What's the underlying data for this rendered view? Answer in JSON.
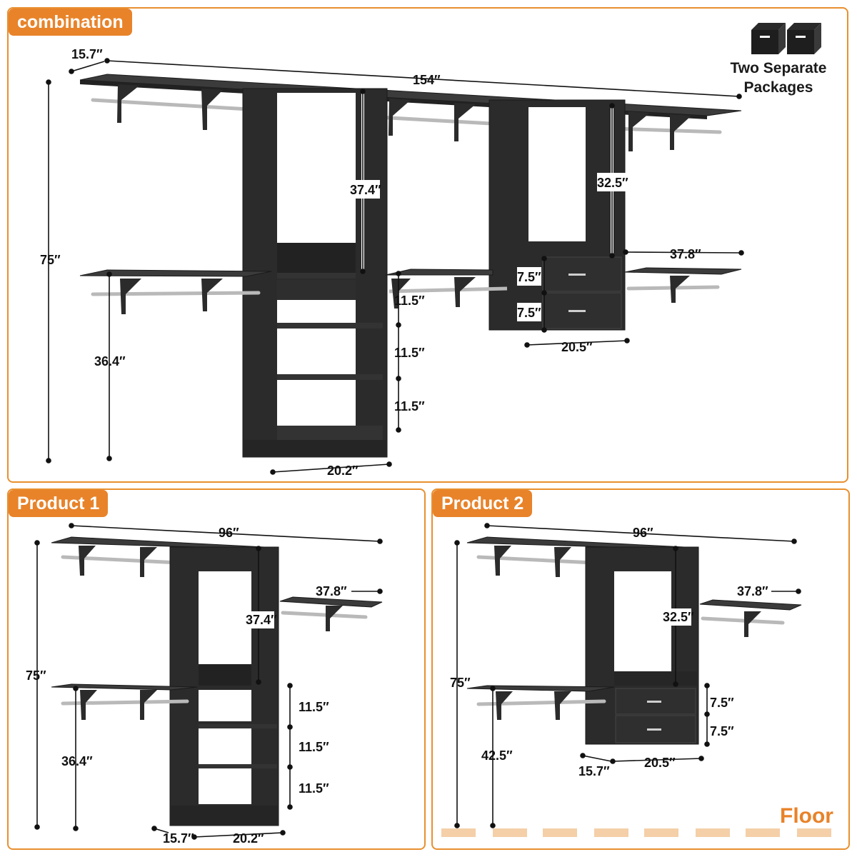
{
  "panels": {
    "combination": {
      "label": "combination",
      "packages_note": "Two Separate Packages",
      "dimensions": {
        "total_width": "154″",
        "depth": "15.7″",
        "total_height": "75″",
        "left_upper_opening": "37.4″",
        "right_upper_opening": "32.5″",
        "lower_rod_height": "36.4″",
        "shelf_gap_1": "11.5″",
        "shelf_gap_2": "11.5″",
        "shelf_gap_3": "11.5″",
        "left_tower_width": "20.2″",
        "drawer_1": "7.5″",
        "drawer_2": "7.5″",
        "drawer_tower_width": "20.5″",
        "side_shelf_width": "37.8″"
      }
    },
    "product1": {
      "label": "Product 1",
      "dimensions": {
        "width": "96″",
        "side_shelf_width": "37.8″",
        "height": "75″",
        "upper_opening": "37.4″",
        "shelf_gap_1": "11.5″",
        "shelf_gap_2": "11.5″",
        "shelf_gap_3": "11.5″",
        "lower_rod_height": "36.4″",
        "depth": "15.7″",
        "tower_width": "20.2″"
      }
    },
    "product2": {
      "label": "Product 2",
      "floor_label": "Floor",
      "dimensions": {
        "width": "96″",
        "side_shelf_width": "37.8″",
        "height": "75″",
        "upper_opening": "32.5″",
        "drawer_1": "7.5″",
        "drawer_2": "7.5″",
        "lower_rod_height": "42.5″",
        "depth": "15.7″",
        "tower_width": "20.5″"
      }
    }
  },
  "colors": {
    "accent": "#e8832a",
    "wood": "#2b2b2b",
    "wood_edge": "#1a1a1a",
    "rod": "#b9b9b9",
    "floor_dash": "#f4cfa8"
  }
}
